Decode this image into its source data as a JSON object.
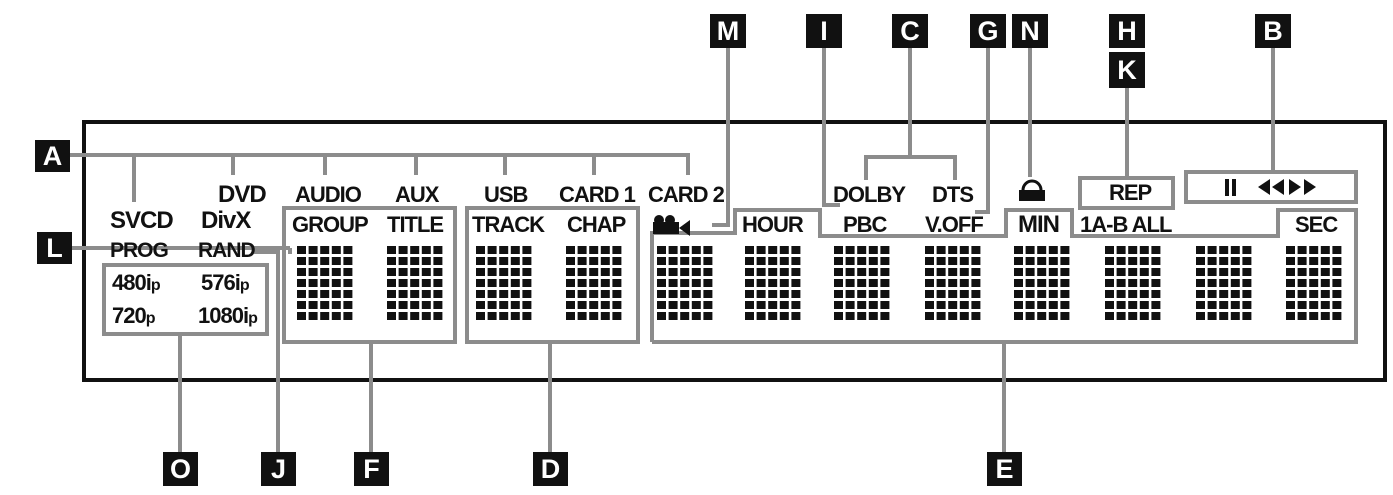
{
  "colors": {
    "ink": "#111111",
    "leader": "#8c8c8c",
    "background": "#ffffff"
  },
  "callouts": {
    "A": "A",
    "B": "B",
    "C": "C",
    "D": "D",
    "E": "E",
    "F": "F",
    "G": "G",
    "H": "H",
    "I": "I",
    "J": "J",
    "K": "K",
    "L": "L",
    "M": "M",
    "N": "N",
    "O": "O"
  },
  "indicators": {
    "dvd": "DVD",
    "svcd": "SVCD",
    "divx": "DivX",
    "prog": "PROG",
    "rand": "RAND",
    "res_480": "480i",
    "res_480_suffix": "p",
    "res_576": "576i",
    "res_576_suffix": "p",
    "res_720": "720",
    "res_720_suffix": "p",
    "res_1080": "1080i",
    "res_1080_suffix": "p",
    "audio": "AUDIO",
    "aux": "AUX",
    "group": "GROUP",
    "title": "TITLE",
    "usb": "USB",
    "card1": "CARD 1",
    "card2": "CARD 2",
    "track": "TRACK",
    "chap": "CHAP",
    "dolby": "DOLBY",
    "dts": "DTS",
    "hour": "HOUR",
    "pbc": "PBC",
    "voff": "V.OFF",
    "min": "MIN",
    "rep": "REP",
    "rep_modes": "1A-B ALL",
    "sec": "SEC",
    "pause_icon": "pause-icon",
    "transport_icons": "rewind-forward-icons",
    "lock_icon": "lock-icon",
    "camera_icon": "camera-angle-icon"
  }
}
